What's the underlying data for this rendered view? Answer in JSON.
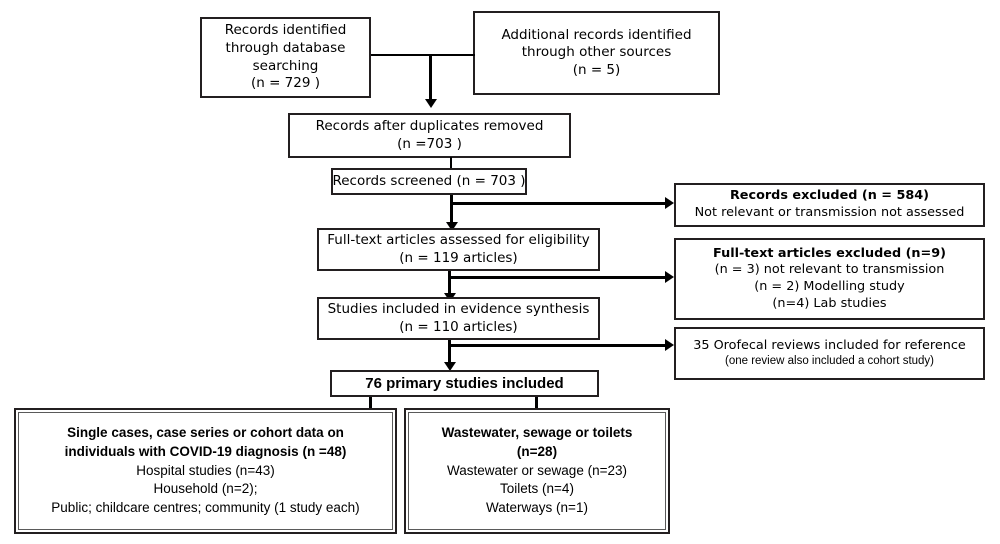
{
  "diagram": {
    "title": "PRISMA study selection flow diagram",
    "type": "flowchart",
    "line_color": "#000000",
    "box_border_color": "#231f20",
    "background": "#ffffff"
  },
  "nodes": {
    "records_identified": {
      "lines": [
        "Records identified",
        "through database",
        "searching",
        "(n = 729 )"
      ]
    },
    "additional_records": {
      "lines": [
        "Additional records identified",
        "through other sources",
        "(n = 5)"
      ]
    },
    "duplicates_removed": {
      "lines": [
        "Records after duplicates removed",
        "(n =703 )"
      ]
    },
    "records_screened": {
      "lines": [
        "Records screened   (n = 703 )"
      ]
    },
    "fulltext_assessed": {
      "lines": [
        "Full-text articles assessed for eligibility",
        "(n = 119 articles)"
      ]
    },
    "studies_included": {
      "lines": [
        "Studies included in evidence  synthesis",
        "(n = 110  articles)"
      ]
    },
    "primary_studies": {
      "lines": [
        "76 primary studies included"
      ]
    },
    "records_excluded": {
      "heading": "Records excluded (n = 584)",
      "lines": [
        "Not relevant or  transmission not assessed"
      ]
    },
    "fulltext_excluded": {
      "heading": "Full-text articles excluded (n=9)",
      "lines": [
        "(n = 3) not relevant to transmission",
        "(n = 2) Modelling study",
        "(n=4) Lab studies"
      ]
    },
    "orofecal_reviews": {
      "lines": [
        "35 Orofecal reviews included for reference"
      ],
      "note": "(one review also included a cohort study)"
    },
    "single_cases": {
      "heading_lines": [
        "Single cases, case series or cohort data on",
        "individuals with COVID-19 diagnosis (n =48)"
      ],
      "lines": [
        "Hospital studies (n=43)",
        "Household (n=2);",
        "Public; childcare centres; community (1 study each)"
      ]
    },
    "wastewater": {
      "heading_lines": [
        "Wastewater, sewage or toilets",
        "(n=28)"
      ],
      "lines": [
        "Wastewater or sewage (n=23)",
        "Toilets (n=4)",
        "Waterways (n=1)"
      ]
    }
  }
}
